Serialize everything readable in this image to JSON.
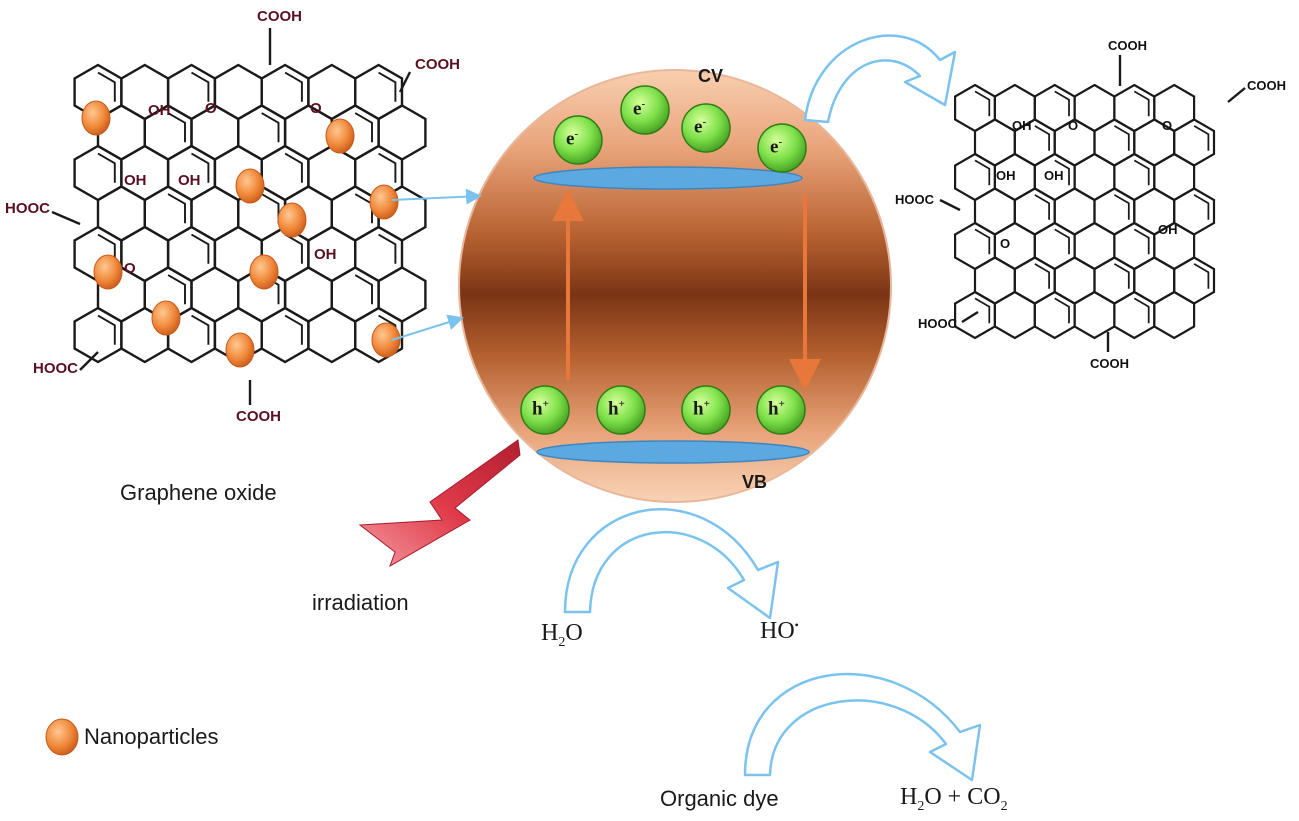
{
  "left_structure": {
    "name": "Graphene oxide",
    "groups": {
      "cooh_top": "COOH",
      "cooh_right": "COOH",
      "hooc_left": "HOOC",
      "hooc_bottom": "HOOC",
      "cooh_bottom": "COOH",
      "oh_1": "OH",
      "oh_2": "OH",
      "oh_3": "OH",
      "oh_4": "OH",
      "o_1": "O",
      "o_2": "O",
      "o_3": "O"
    }
  },
  "right_structure": {
    "groups": {
      "cooh_top": "COOH",
      "cooh_right": "COOH",
      "hooc_left": "HOOC",
      "hooc_bottom": "HOOC",
      "cooh_bottom": "COOH",
      "oh_1": "OH",
      "oh_2": "OH",
      "oh_3": "OH",
      "oh_4": "OH",
      "o_1": "O",
      "o_2": "O",
      "o_3": "O"
    }
  },
  "semiconductor": {
    "cb_label": "CV",
    "vb_label": "VB",
    "electron_label": "e",
    "electron_sup": "-",
    "hole_label": "h",
    "hole_sup": "+"
  },
  "irradiation": "irradiation",
  "reactions": {
    "h2o_left": "H",
    "h2o_left_sub": "2",
    "h2o_left_end": "O",
    "radical": "HO",
    "radical_dot": "•",
    "dye": "Organic dye",
    "products_h": "H",
    "products_sub1": "2",
    "products_mid": "O + CO",
    "products_sub2": "2"
  },
  "legend": {
    "nanoparticles": "Nanoparticles"
  },
  "colors": {
    "sphere_light": "#f7c9a8",
    "sphere_dark": "#7a3414",
    "band": "#5ba9e0",
    "particle_green": "#7ee04a",
    "nanoparticle_orange": "#f0883a",
    "arrow_outline": "#7bc3ee",
    "bolt": "#e03a4a",
    "bond": "#1a1a1a"
  }
}
